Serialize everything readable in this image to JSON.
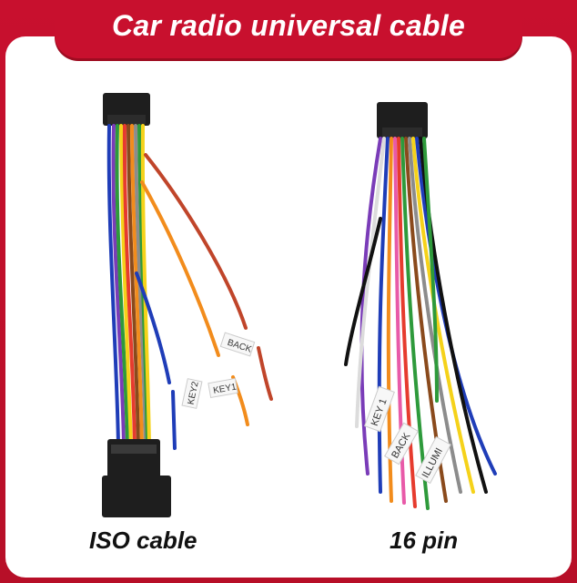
{
  "banner": {
    "title": "Car radio universal cable"
  },
  "products": [
    {
      "caption": "ISO cable",
      "labels": [
        "BACK",
        "KEY2",
        "KEY1"
      ]
    },
    {
      "caption": "16 pin",
      "labels": [
        "KEY 1",
        "BACK",
        "ILLUMI"
      ]
    }
  ],
  "colors": {
    "banner_red": "#c8102e",
    "connector_black": "#1e1e1e",
    "wire_colors": [
      "#e63b2e",
      "#f28c1c",
      "#f5d21a",
      "#2e9a3b",
      "#1f3db8",
      "#7a3cb8",
      "#8a4a1c",
      "#ffffff",
      "#111111",
      "#e85aa8",
      "#8c8c8c"
    ]
  }
}
